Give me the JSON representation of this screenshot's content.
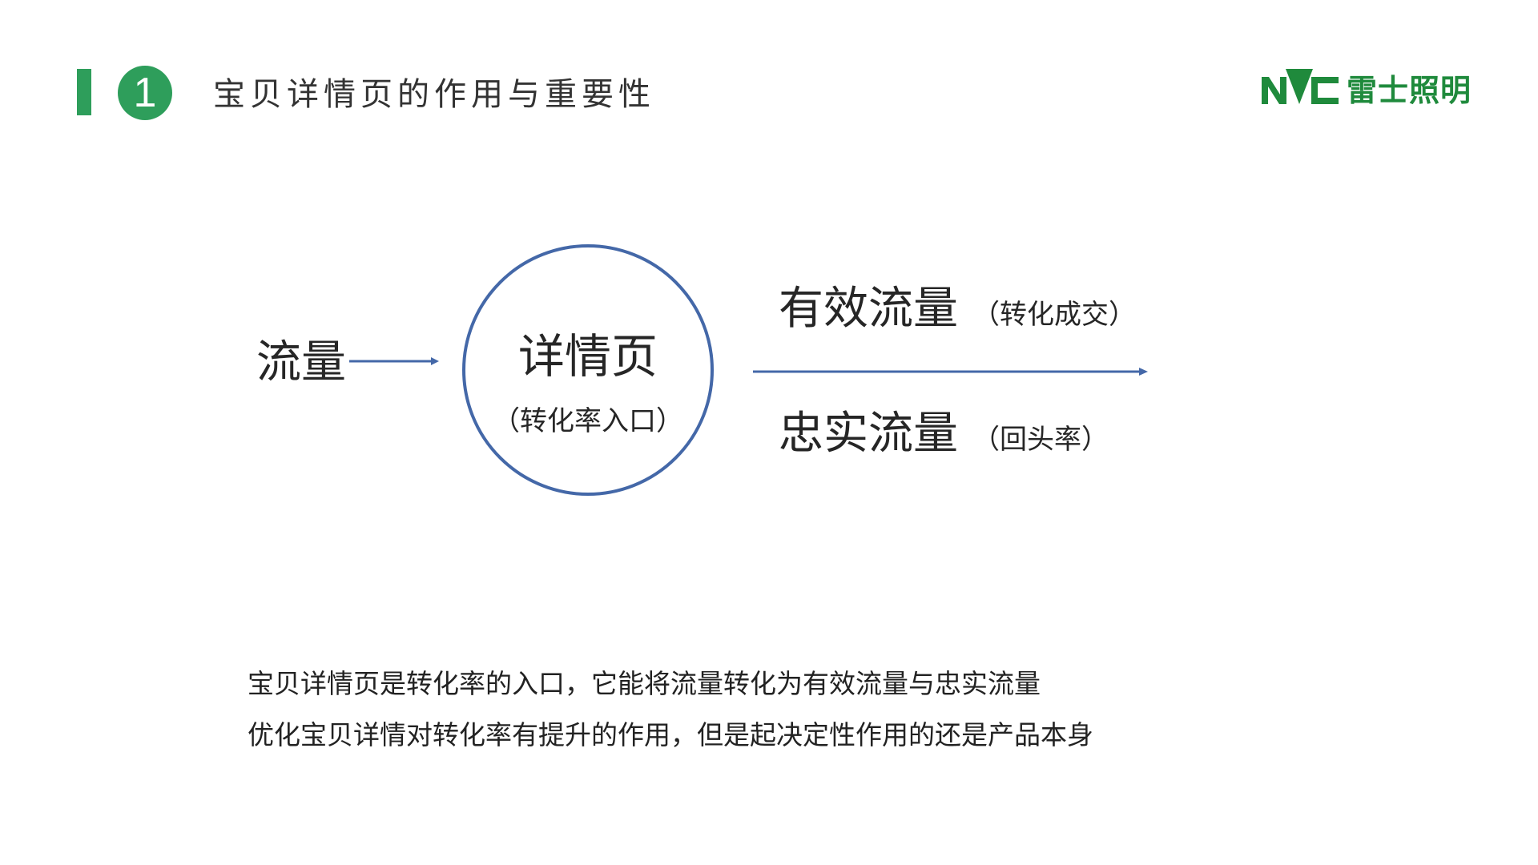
{
  "header": {
    "section_number": "1",
    "title": "宝贝详情页的作用与重要性"
  },
  "logo": {
    "text": "雷士照明",
    "mark": "NVC"
  },
  "diagram": {
    "input": "流量",
    "center_title": "详情页",
    "center_sub": "（转化率入口）",
    "outputs": [
      {
        "label": "有效流量",
        "note": "（转化成交）"
      },
      {
        "label": "忠实流量",
        "note": "（回头率）"
      }
    ]
  },
  "description": [
    "宝贝详情页是转化率的入口，它能将流量转化为有效流量与忠实流量",
    "优化宝贝详情对转化率有提升的作用，但是起决定性作用的还是产品本身"
  ],
  "colors": {
    "accent": "#2e9e5b",
    "arrow": "#4468a8",
    "logo": "#1f8a3c"
  }
}
